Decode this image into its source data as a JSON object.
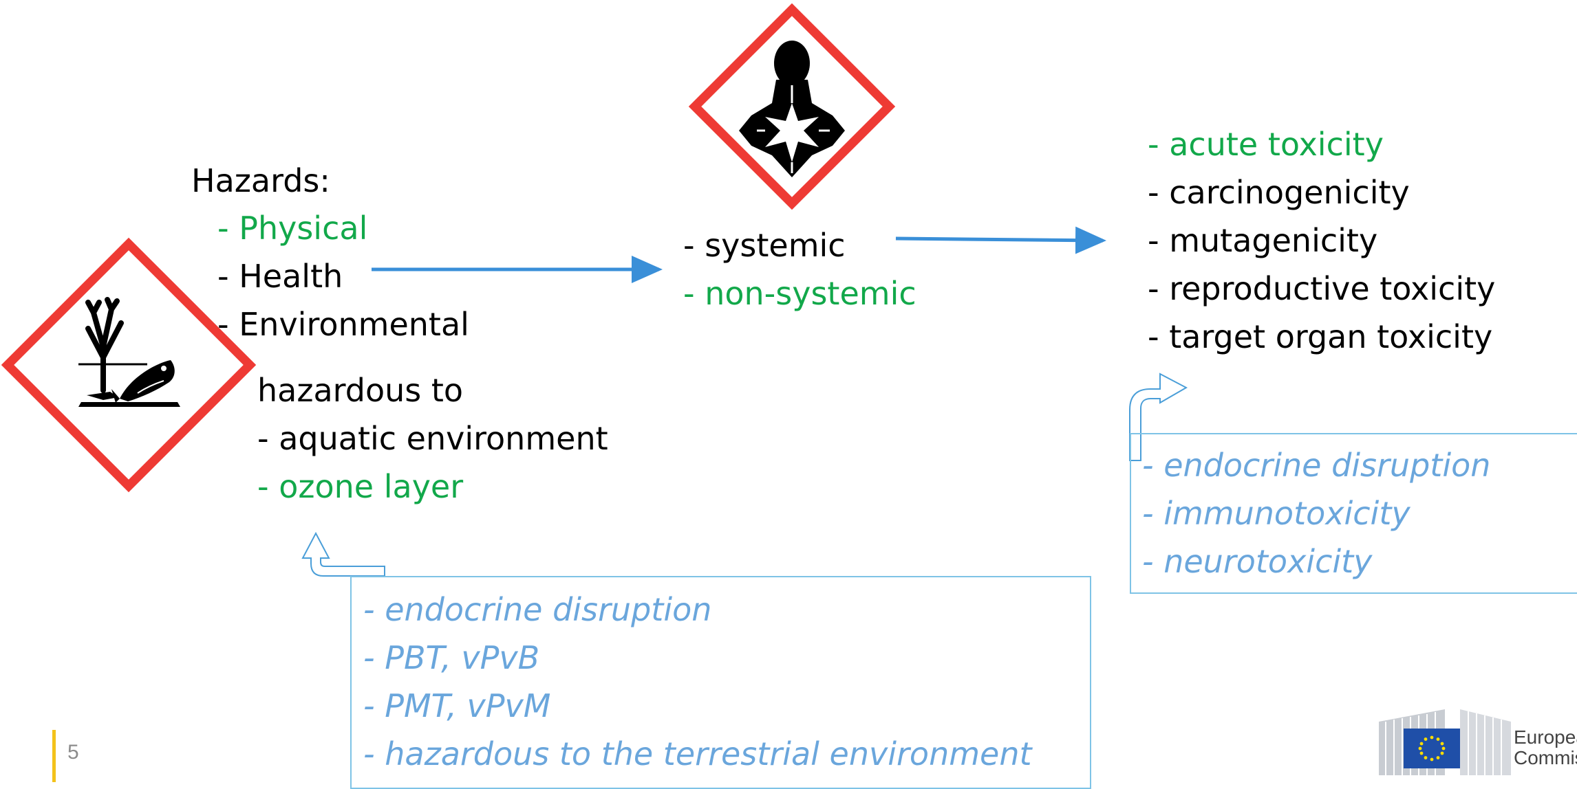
{
  "hazards": {
    "title": "Hazards:",
    "items": [
      "- Physical",
      "- Health",
      "- Environmental"
    ]
  },
  "environmental": {
    "intro": "hazardous to",
    "items": [
      "- aquatic environment",
      "- ozone layer"
    ]
  },
  "health_types": {
    "items": [
      "- systemic",
      "- non-systemic"
    ]
  },
  "systemic_effects": {
    "items": [
      "- acute toxicity",
      "- carcinogenicity",
      "- mutagenicity",
      "- reproductive toxicity",
      "- target organ toxicity"
    ]
  },
  "new_health_classes": {
    "items": [
      "- endocrine disruption",
      "- immunotoxicity",
      "- neurotoxicity"
    ]
  },
  "new_env_classes": {
    "items": [
      "- endocrine disruption",
      "- PBT, vPvB",
      "- PMT, vPvM",
      "- hazardous to the terrestrial environment"
    ]
  },
  "footer": {
    "page_number": "5",
    "logo_text_line1": "European",
    "logo_text_line2": "Commission"
  },
  "colors": {
    "green": "#12a84a",
    "blue_italic": "#6aa6dc",
    "arrow_blue": "#3a8fd8",
    "box_border": "#7ec3e6",
    "pictogram_red": "#ee3a34",
    "page_bar_yellow": "#f3c21b",
    "eu_flag_blue": "#1f4fa8",
    "eu_star_yellow": "#ffdd00"
  },
  "icons": {
    "health_hazard": "ghs08-health-hazard-icon",
    "environment": "ghs09-environment-icon"
  }
}
